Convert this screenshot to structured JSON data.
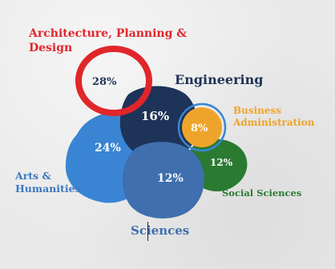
{
  "chart_data": {
    "type": "bubble",
    "items": [
      {
        "key": "arch",
        "label_lines": [
          "Architecture, Planning &",
          "Design"
        ],
        "value": "28%",
        "color": "#e0262b"
      },
      {
        "key": "eng",
        "label_lines": [
          "Engineering"
        ],
        "value": "16%",
        "color": "#1e3358"
      },
      {
        "key": "bus",
        "label_lines": [
          "Business",
          "Administration"
        ],
        "value": "8%",
        "color": "#eea42a"
      },
      {
        "key": "arts",
        "label_lines": [
          "Arts &",
          "Humanities"
        ],
        "value": "24%",
        "color": "#3a85d3"
      },
      {
        "key": "soc",
        "label_lines": [
          "Social Sciences"
        ],
        "value": "12%",
        "color": "#2a7a32"
      },
      {
        "key": "sci",
        "label_lines": [
          "Sciences"
        ],
        "value": "12%",
        "color": "#3f6fae"
      }
    ]
  }
}
